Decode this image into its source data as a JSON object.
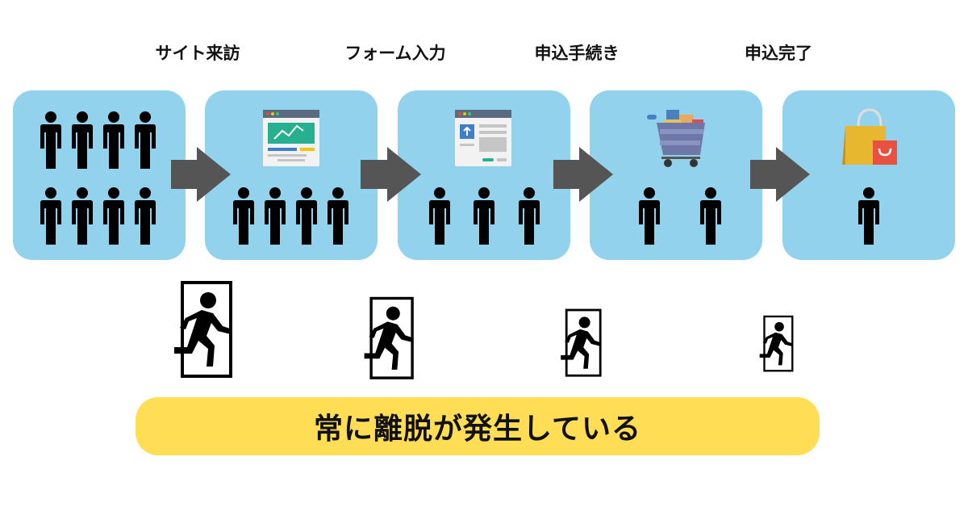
{
  "stages": [
    {
      "label": "サイト来訪",
      "people": 8,
      "icon": "people-group-icon"
    },
    {
      "label": "フォーム入力",
      "people": 4,
      "icon": "web-analytics-page-icon"
    },
    {
      "label": "申込手続き",
      "people": 3,
      "icon": "web-form-page-icon"
    },
    {
      "label": "",
      "people": 2,
      "icon": "shopping-cart-icon"
    },
    {
      "label": "申込完了",
      "people": 1,
      "icon": "shopping-bags-icon"
    }
  ],
  "banner_text": "常に離脱が発生している",
  "colors": {
    "panel": "#92d2ec",
    "arrow": "#555555",
    "person": "#000000",
    "banner": "#ffdd55"
  },
  "exit_icons": [
    "exit-run-icon",
    "exit-run-icon",
    "exit-run-icon",
    "exit-run-icon"
  ]
}
